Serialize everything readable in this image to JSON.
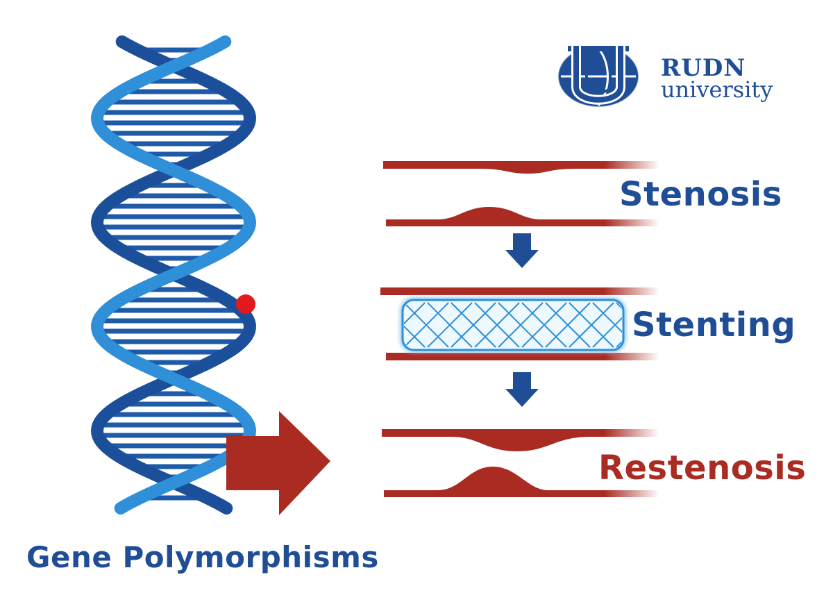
{
  "labels": {
    "gene": "Gene Polymorphisms",
    "stenosis": "Stenosis",
    "stenting": "Stenting",
    "restenosis": "Restenosis"
  },
  "logo": {
    "line1": "RUDN",
    "line2": "university"
  },
  "colors": {
    "blue": "#1f4e96",
    "light_blue": "#2d8fd5",
    "red": "#a92b22",
    "mutation_dot": "#e4191f"
  },
  "icons": {
    "dna": "dna-helix-icon",
    "arrow": "arrow-right-icon",
    "down_arrow": "arrow-down-icon",
    "logo": "rudn-globe-logo-icon"
  }
}
